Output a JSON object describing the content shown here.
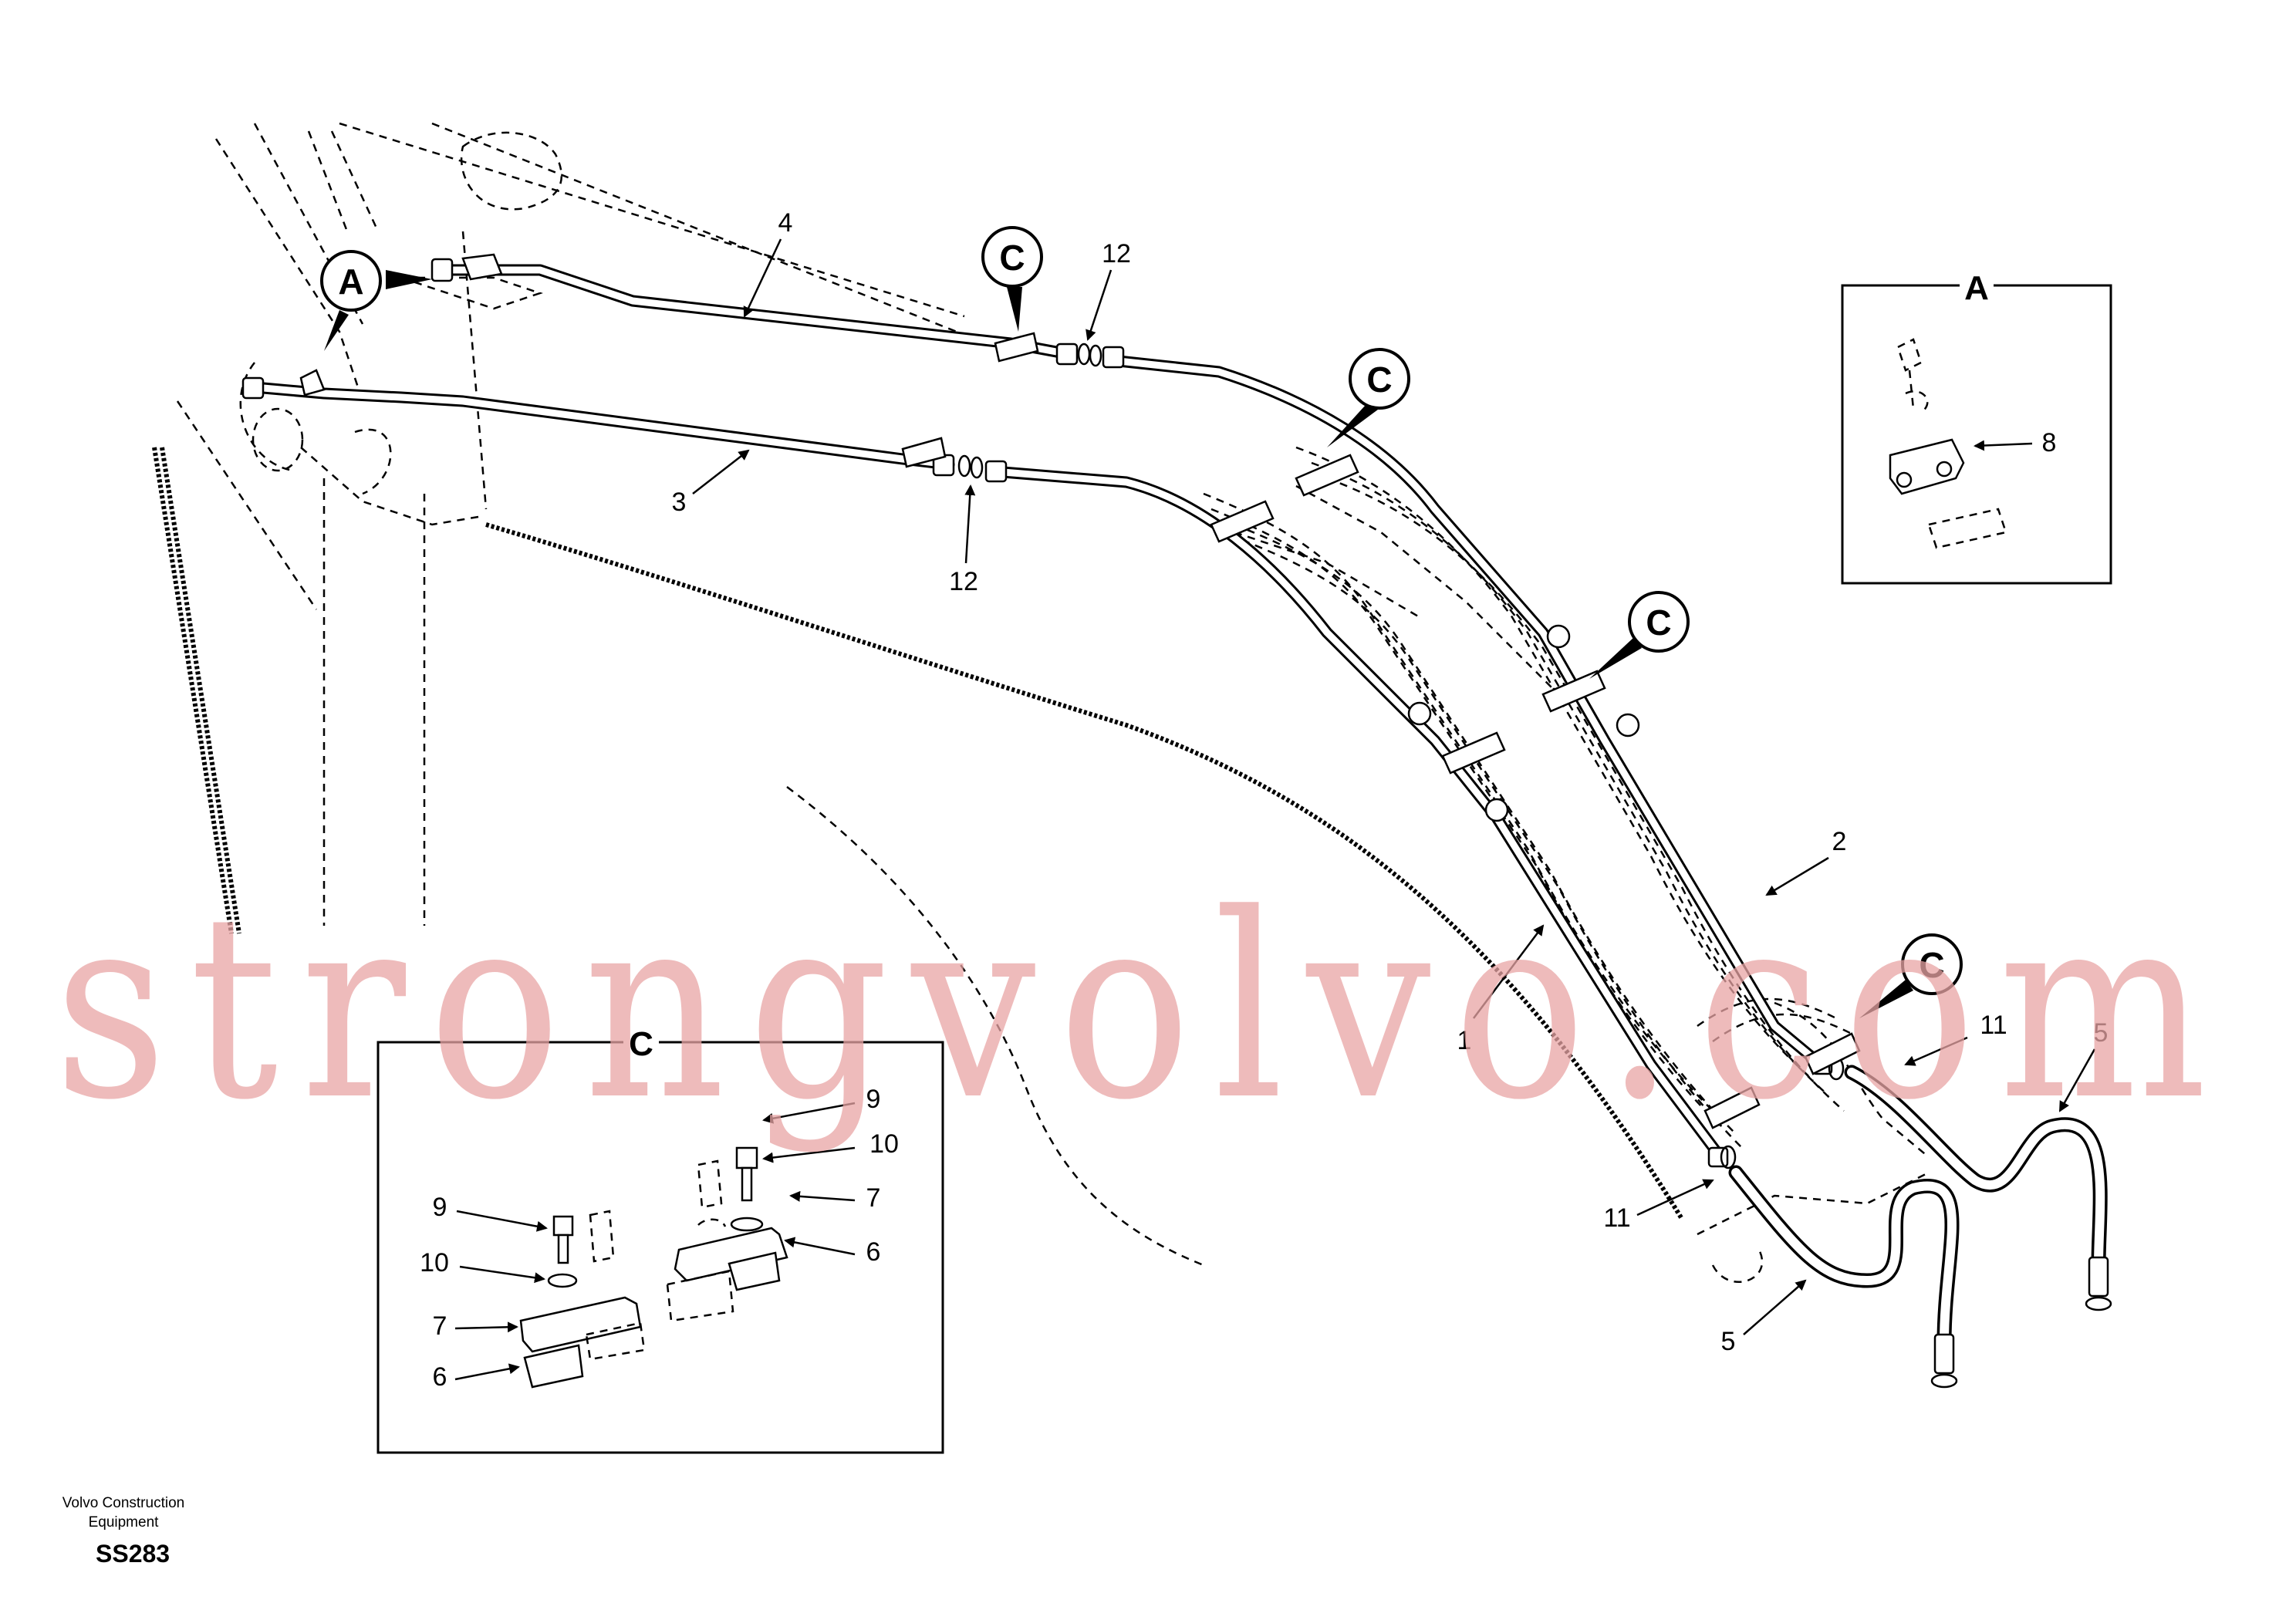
{
  "watermark": "strongvolvo.com",
  "footer": {
    "maker": "Volvo Construction Equipment",
    "drawing_code": "SS283"
  },
  "callouts": {
    "A": "A",
    "C": "C"
  },
  "part_labels": {
    "p1": "1",
    "p2": "2",
    "p3": "3",
    "p4": "4",
    "p5": "5",
    "p6": "6",
    "p7": "7",
    "p8": "8",
    "p9": "9",
    "p10": "10",
    "p11": "11",
    "p12": "12"
  },
  "detail_boxes": {
    "A": {
      "title": "A"
    },
    "C": {
      "title": "C"
    }
  }
}
